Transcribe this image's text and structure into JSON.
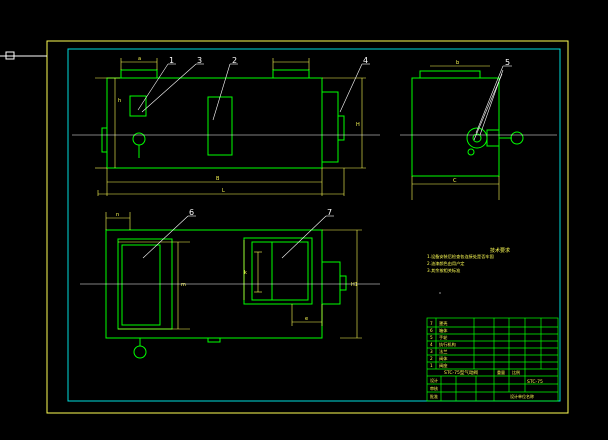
{
  "colors": {
    "background": "#000000",
    "outer_frame": "#ffff55",
    "inner_frame": "#00dddd",
    "geometry": "#00ff00",
    "centerline": "#ffffff",
    "leader": "#ffffff",
    "dimension": "#ffff55"
  },
  "views": {
    "front": {
      "callouts": [
        "1",
        "2",
        "3",
        "4"
      ],
      "dims": {
        "bottom_inner": "B",
        "bottom_outer": "L",
        "top_a": "a",
        "right": "H",
        "left": "h"
      }
    },
    "side": {
      "callouts": [
        "5"
      ],
      "dims": {
        "bottom": "C",
        "top": "b"
      }
    },
    "top": {
      "callouts": [
        "6",
        "7"
      ],
      "dims": {
        "left_top": "n",
        "inner_w": "m",
        "right_h": "H1",
        "bottom_r": "e",
        "inner_h": "k"
      }
    }
  },
  "notes": {
    "title": "技术要求",
    "lines": [
      "1.设备安装后检查各连接处是否牢固",
      "2.油漆颜色由用户定",
      "3.其余按相关标准"
    ]
  },
  "title_block": {
    "drawing_name": "STC-75型气动阀",
    "code": "STC-75",
    "unit_label": "重量",
    "scale_label": "比例",
    "company": "设计单位名称",
    "parts_rows": [
      {
        "no": "7",
        "name": "罩壳"
      },
      {
        "no": "6",
        "name": "箱体"
      },
      {
        "no": "5",
        "name": "手轮"
      },
      {
        "no": "4",
        "name": "执行机构"
      },
      {
        "no": "3",
        "name": "法兰"
      },
      {
        "no": "2",
        "name": "阀体"
      },
      {
        "no": "1",
        "name": "阀座"
      }
    ],
    "footer_cells": [
      "设计",
      "审核",
      "批准"
    ]
  },
  "corner_marker": "⊟"
}
